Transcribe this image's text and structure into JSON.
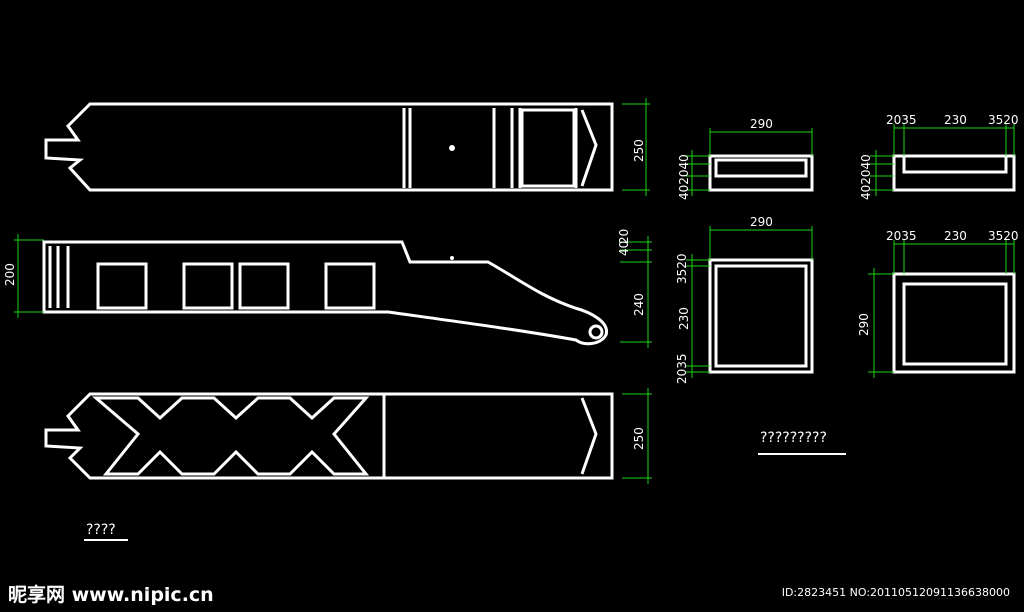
{
  "dimensions": {
    "beam1_height": "250",
    "beam2_left": "200",
    "beam2_top_a": "40",
    "beam2_top_b": "20",
    "beam2_mid": "240",
    "beam3_height": "250",
    "sec1_width": "290",
    "sec1_height": "402040",
    "sec2_top_a": "2035",
    "sec2_top_b": "230",
    "sec2_top_c": "3520",
    "sec2_height": "402040",
    "sec3_width": "290",
    "sec3_side_a": "3520",
    "sec3_side_b": "230",
    "sec3_side_c": "2035",
    "sec4_top_a": "2035",
    "sec4_top_b": "230",
    "sec4_top_c": "3520",
    "sec4_height": "290"
  },
  "notes": {
    "left_label": "????",
    "right_label": "?????????"
  },
  "watermark": {
    "brand": "昵享网 www.nipic.cn",
    "id_text": "ID:2823451 NO:20110512091136638000"
  }
}
